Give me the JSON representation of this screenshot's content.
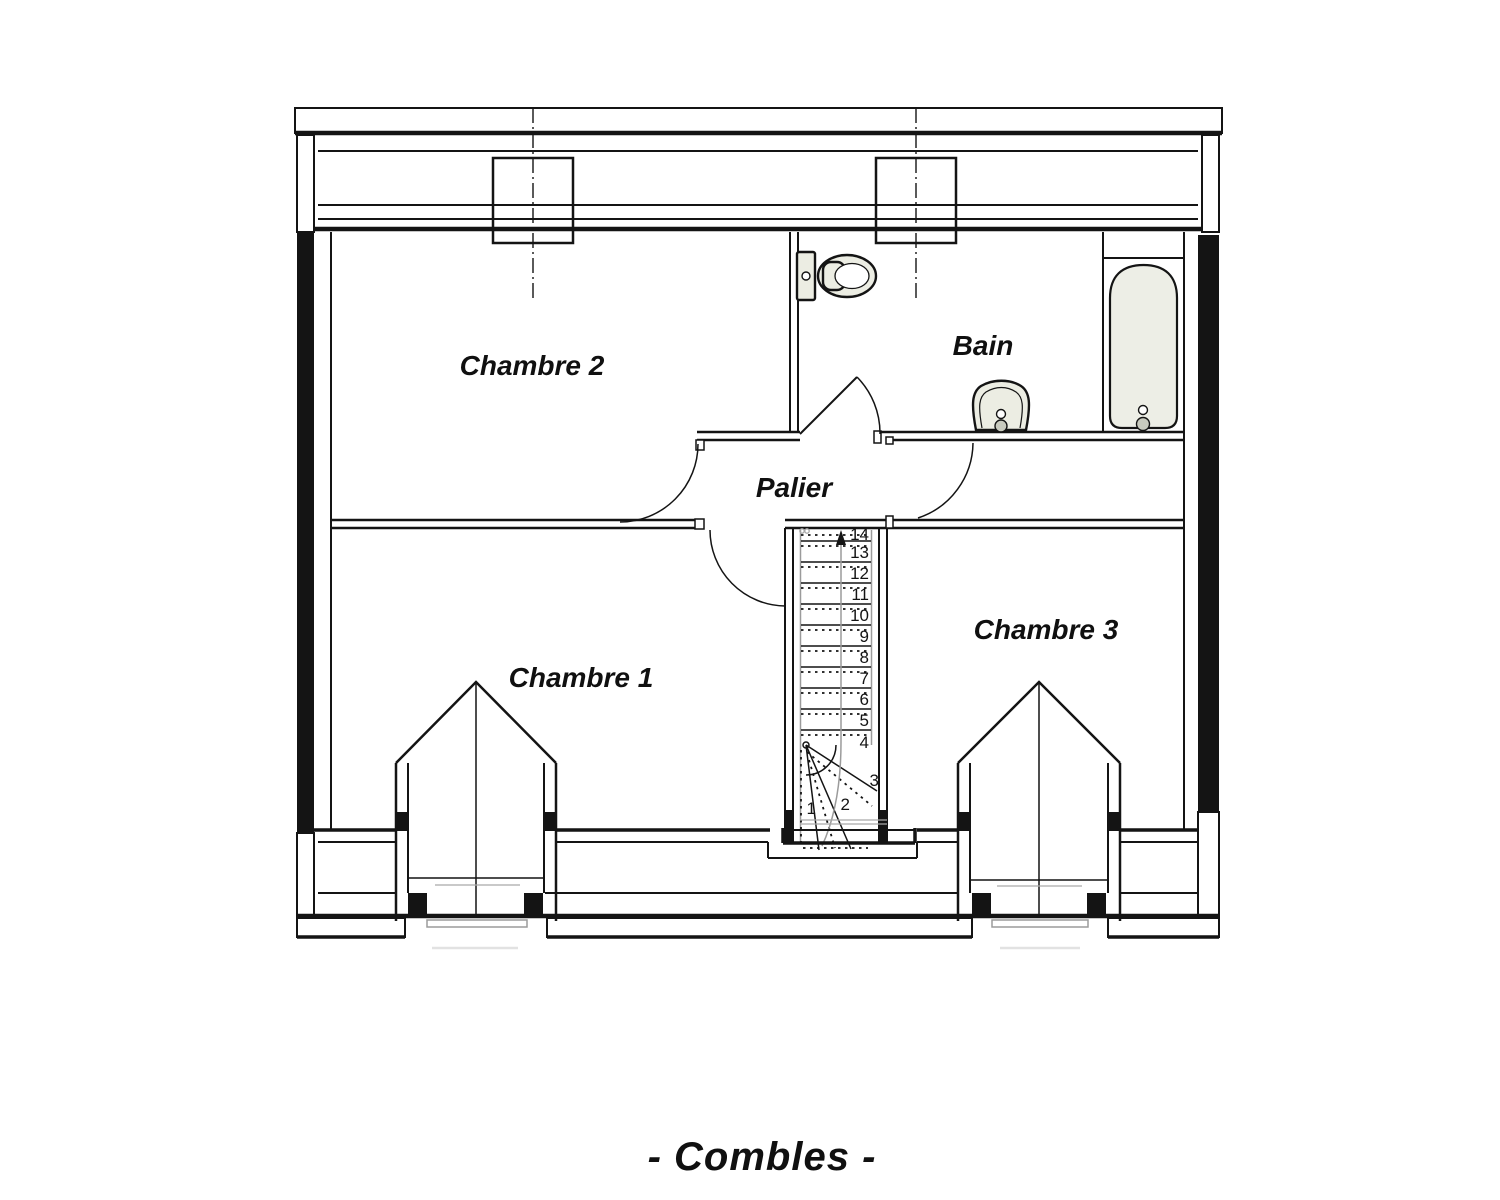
{
  "drawing": {
    "title": "- Combles -",
    "type": "floor-plan",
    "floor_name_fr": "Combles (attic level)"
  },
  "rooms": [
    {
      "id": "chambre-2",
      "label": "Chambre 2"
    },
    {
      "id": "bain",
      "label": "Bain"
    },
    {
      "id": "palier",
      "label": "Palier"
    },
    {
      "id": "chambre-1",
      "label": "Chambre 1"
    },
    {
      "id": "chambre-3",
      "label": "Chambre 3"
    }
  ],
  "stairs": {
    "step_count": 14,
    "steps": [
      "1",
      "2",
      "3",
      "4",
      "5",
      "6",
      "7",
      "8",
      "9",
      "10",
      "11",
      "12",
      "13",
      "14"
    ],
    "direction": "up-arrow at top of flight, winder steps 1-4 at bottom"
  },
  "fixtures": [
    {
      "id": "toilet-icon",
      "location": "bain"
    },
    {
      "id": "washbasin-icon",
      "location": "bain"
    },
    {
      "id": "bathtub-icon",
      "location": "bain"
    }
  ],
  "doors": [
    {
      "room": "chambre-2",
      "type": "swing-arc"
    },
    {
      "room": "bain",
      "type": "swing-arc"
    },
    {
      "room": "chambre-1",
      "type": "swing-arc"
    },
    {
      "room": "chambre-3",
      "type": "swing-arc"
    }
  ],
  "dormers": [
    {
      "id": "dormer-left",
      "location": "chambre-1",
      "shape": "pointed roof-window bay"
    },
    {
      "id": "dormer-right",
      "location": "chambre-3",
      "shape": "pointed roof-window bay"
    }
  ],
  "colors": {
    "line": "#141414",
    "fixture_fill": "#ecede3",
    "stair_stringer_gray": "#9b9b9b",
    "background": "#ffffff"
  }
}
